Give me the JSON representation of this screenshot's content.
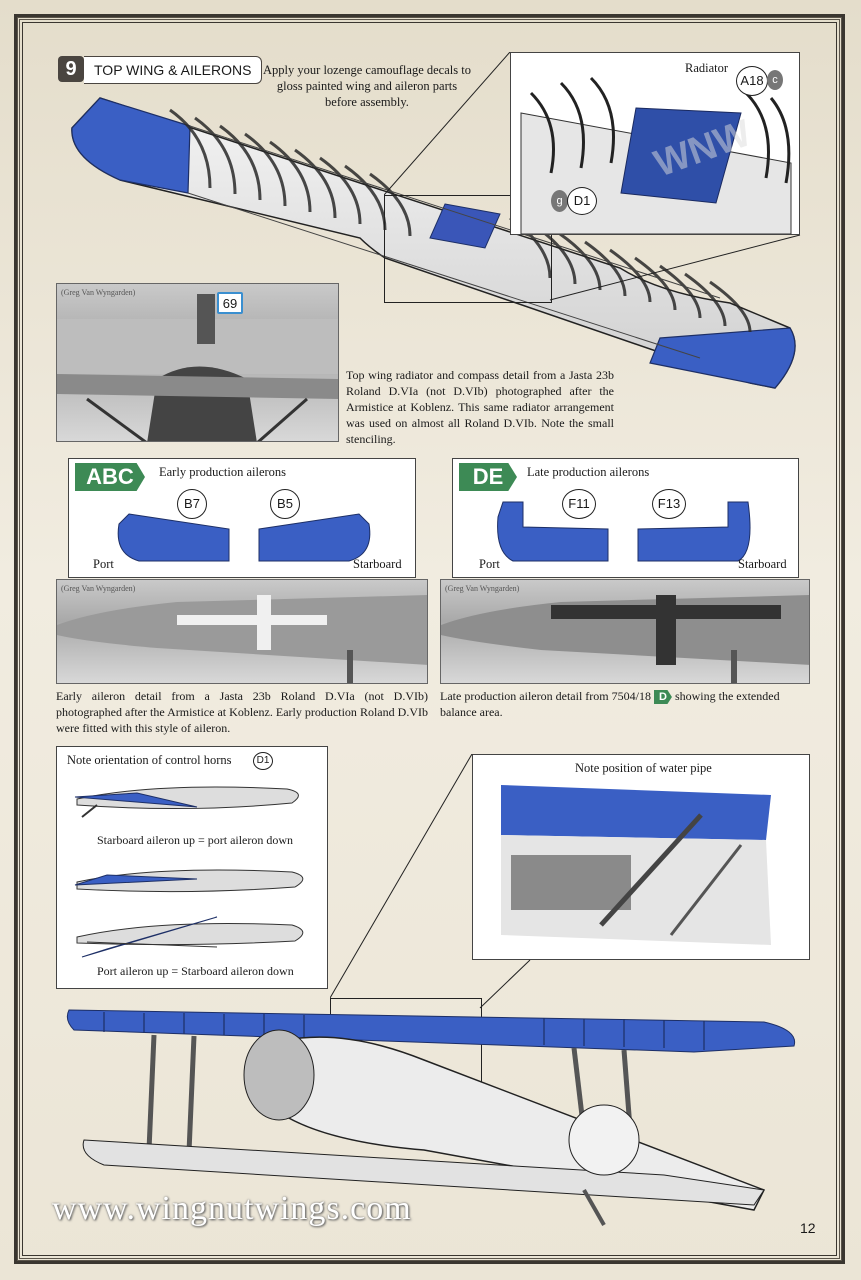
{
  "step": {
    "number": "9",
    "title": "TOP WING & AILERONS"
  },
  "intro": "Apply your lozenge camouflage decals to gloss painted wing and aileron parts before assembly.",
  "inset_radiator": {
    "label": "Radiator",
    "part_a": "A18",
    "part_a_sprue": "c",
    "part_d": "D1",
    "part_d_sprue": "g"
  },
  "photo_top": {
    "credit": "(Greg Van Wyngarden)",
    "part": "69"
  },
  "radiator_note": "Top wing radiator and compass detail from a Jasta 23b Roland D.VIa (not D.VIb) photographed after the Armistice at Koblenz. This same radiator arrangement was used on almost all Roland D.VIb. Note the small stenciling.",
  "early": {
    "tag": "ABC",
    "title": "Early production ailerons",
    "left_part": "B7",
    "right_part": "B5",
    "port": "Port",
    "starboard": "Starboard"
  },
  "late": {
    "tag": "DE",
    "title": "Late production ailerons",
    "left_part": "F11",
    "right_part": "F13",
    "port": "Port",
    "starboard": "Starboard"
  },
  "photo_early": {
    "credit": "(Greg Van Wyngarden)",
    "caption": "Early aileron detail from a Jasta 23b Roland D.VIa (not D.VIb) photographed after the Armistice at Koblenz. Early production Roland D.VIb were fitted with this style of aileron."
  },
  "photo_late": {
    "credit": "(Greg Van Wyngarden)",
    "caption_pre": "Late production aileron detail from 7504/18",
    "caption_tag": "D",
    "caption_post": "showing the extended balance area."
  },
  "horns": {
    "title": "Note orientation of control horns",
    "part": "D1",
    "caption_1": "Starboard aileron up = port aileron down",
    "caption_2": "Port aileron up = Starboard aileron down"
  },
  "water_pipe": {
    "title": "Note position of water pipe"
  },
  "footer": {
    "website": "www.wingnutwings.com",
    "page": "12"
  },
  "colors": {
    "blue": "#3a5fc4",
    "green_tag": "#3d8a55",
    "frame": "#3a3630"
  }
}
